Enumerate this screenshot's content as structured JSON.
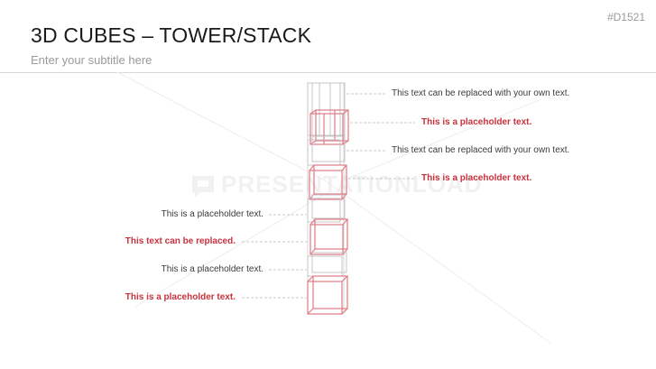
{
  "header": {
    "title": "3D CUBES – TOWER/STACK",
    "subtitle": "Enter your subtitle here",
    "slide_id": "#D1521"
  },
  "watermark": {
    "text": "PRESENTATIONLOAD"
  },
  "colors": {
    "accent": "#c8323c",
    "cube_accent": "#e07a84",
    "cube_grey": "#c4c4c4",
    "connector": "#b8b8b8"
  },
  "labels": {
    "right": [
      {
        "text": "This text can be replaced with your own text.",
        "style": "plain"
      },
      {
        "text": "This is a placeholder text.",
        "style": "accent"
      },
      {
        "text": "This text can be replaced with your own text.",
        "style": "plain"
      },
      {
        "text": "This is a placeholder text.",
        "style": "accent"
      }
    ],
    "left": [
      {
        "text": "This is a placeholder text.",
        "style": "plain"
      },
      {
        "text": "This text can be replaced.",
        "style": "accent"
      },
      {
        "text": "This is a placeholder text.",
        "style": "plain"
      },
      {
        "text": "This is a placeholder text.",
        "style": "accent"
      }
    ]
  }
}
